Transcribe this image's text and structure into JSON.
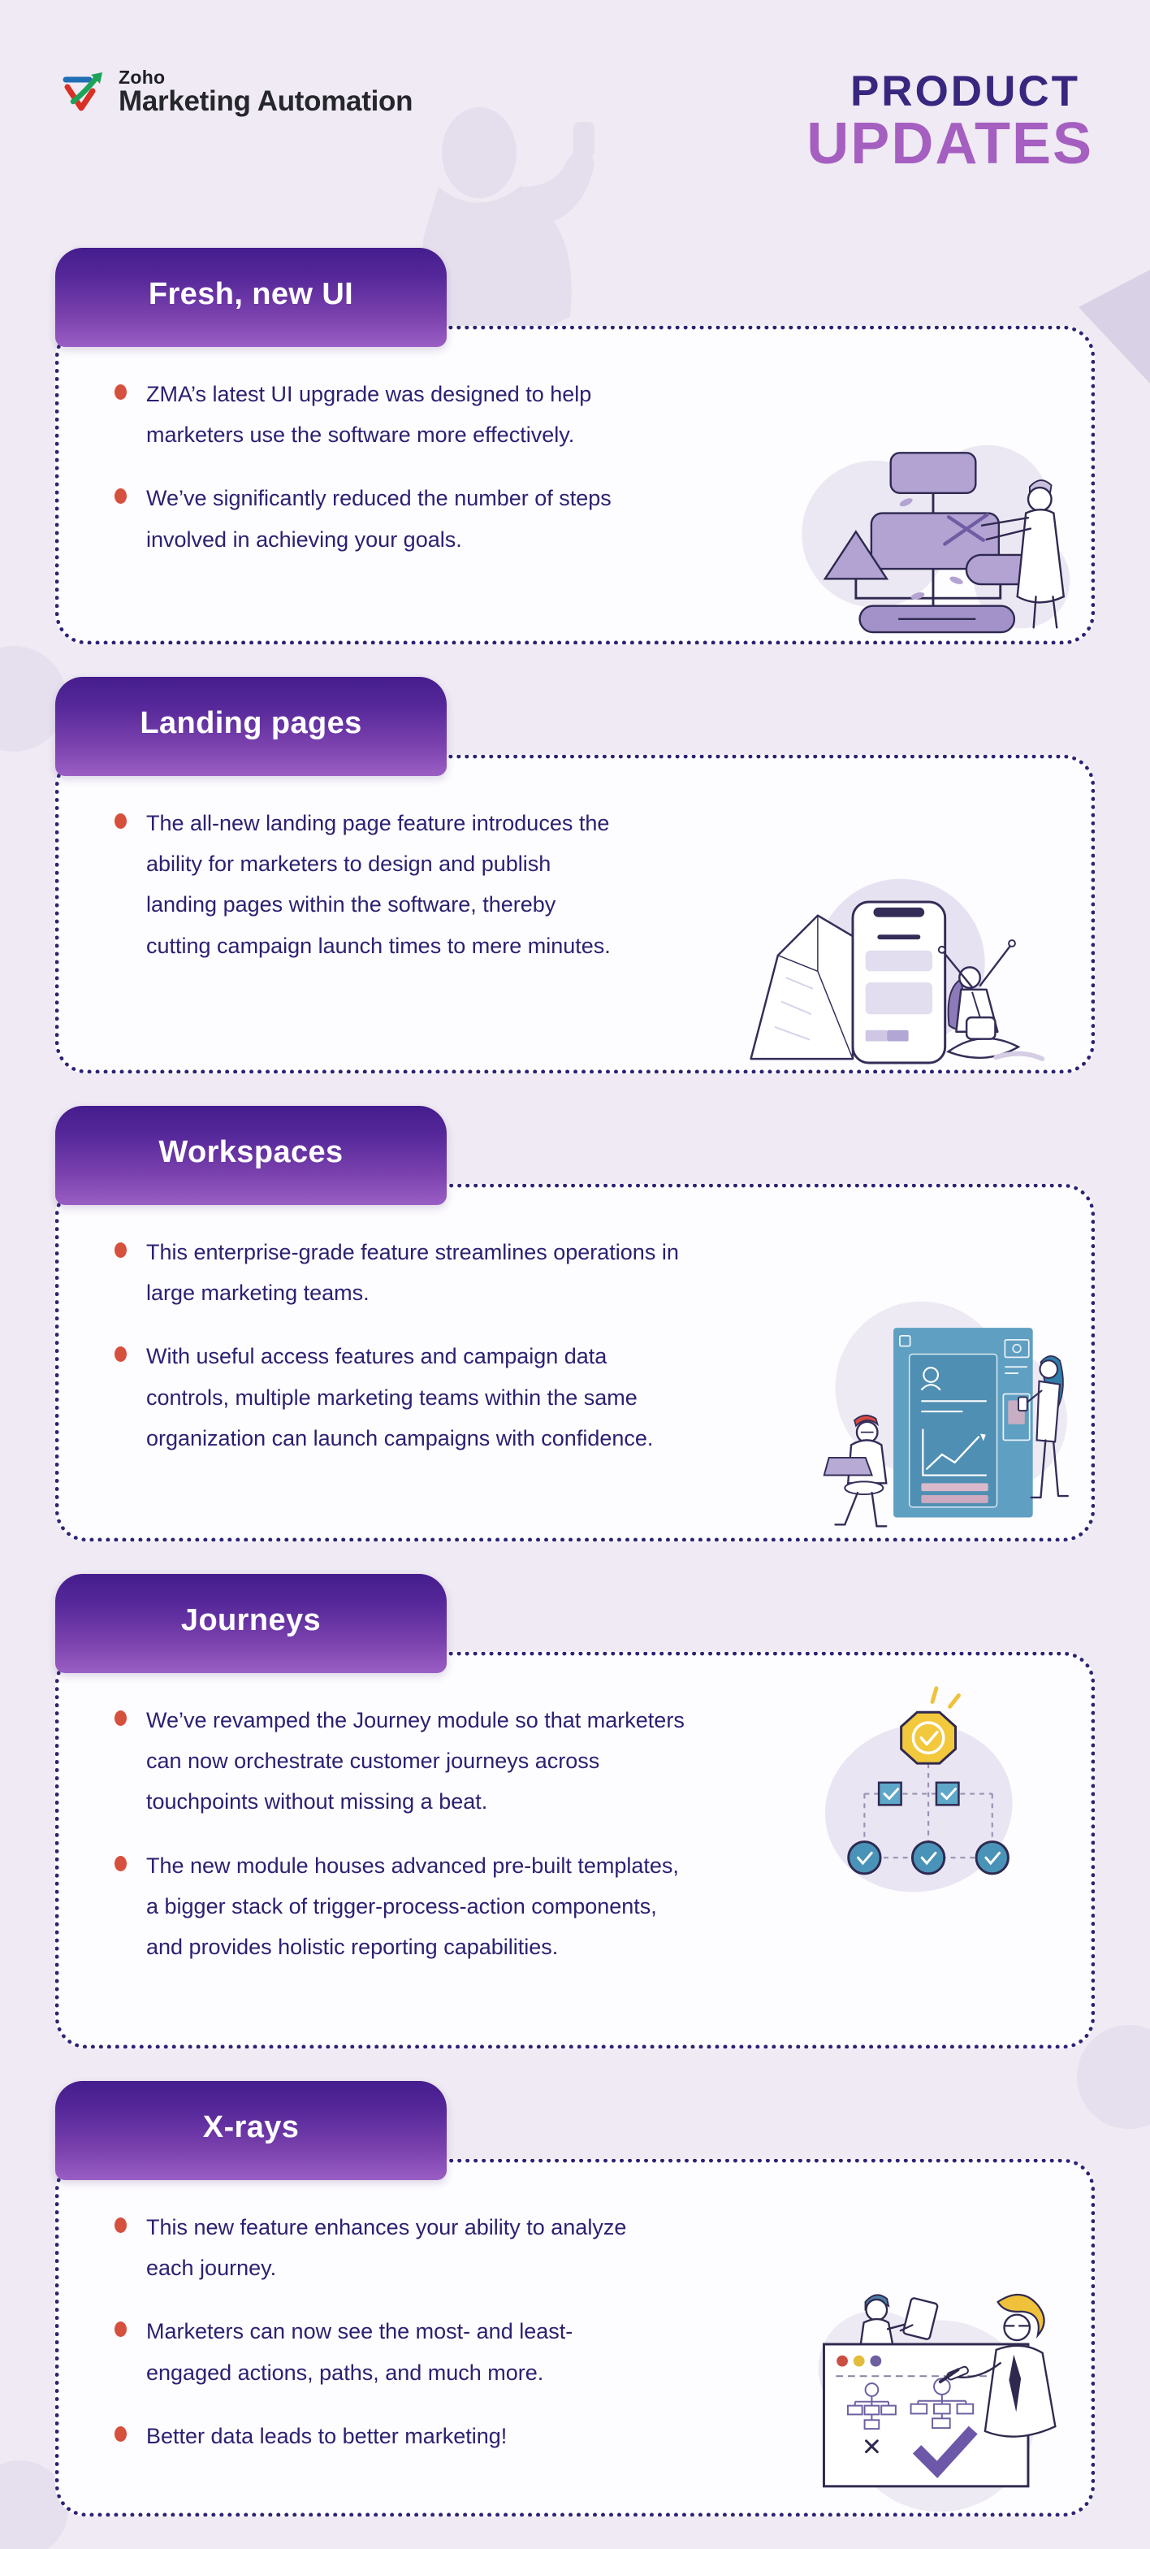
{
  "header": {
    "logo_brand": "Zoho",
    "logo_product": "Marketing Automation",
    "title_top": "PRODUCT",
    "title_bottom": "UPDATES"
  },
  "sections": [
    {
      "title": "Fresh, new UI",
      "illustration": "flowchart-pruning-illustration",
      "bullets": [
        "ZMA’s latest UI upgrade was designed to help marketers use the software more effectively.",
        "We’ve significantly reduced the number of steps involved in achieving your goals."
      ]
    },
    {
      "title": "Landing pages",
      "illustration": "phone-landing-page-illustration",
      "bullets": [
        "The all-new landing page feature introduces the ability for marketers to design and publish landing pages within the software, thereby cutting campaign launch times to mere minutes."
      ]
    },
    {
      "title": "Workspaces",
      "illustration": "team-dashboard-illustration",
      "bullets": [
        "This enterprise-grade feature streamlines operations in large marketing teams.",
        "With useful access features and campaign data controls, multiple marketing teams within the same organization can launch campaigns with confidence."
      ]
    },
    {
      "title": "Journeys",
      "illustration": "journey-flowchart-illustration",
      "bullets": [
        "We’ve revamped the Journey module so that marketers can now orchestrate customer journeys across touchpoints without missing a beat.",
        "The new module houses advanced pre-built templates, a bigger stack of trigger-process-action components, and provides holistic reporting capabilities."
      ]
    },
    {
      "title": "X-rays",
      "illustration": "journey-analysis-illustration",
      "bullets": [
        "This new feature enhances your ability to analyze each journey.",
        "Marketers can now see the most- and least-engaged actions, paths, and much more.",
        "Better data leads to better marketing!"
      ]
    }
  ],
  "colors": {
    "background": "#efeaf3",
    "card_background": "#fdfcfe",
    "card_border_dots": "#2d2375",
    "ribbon_gradient_top": "#451d8d",
    "ribbon_gradient_bottom": "#9a5ec4",
    "body_text": "#2b2171",
    "bullet_dot": "#d6503e",
    "title_product": "#38277f",
    "title_updates": "#a55fc0",
    "logo_blue": "#1f6fb5",
    "logo_red": "#d93025",
    "logo_green": "#1ca35a",
    "illustration_purple": "#b2a3d2",
    "illustration_teal": "#5f9fc2",
    "illustration_yellow": "#f2c83c"
  }
}
